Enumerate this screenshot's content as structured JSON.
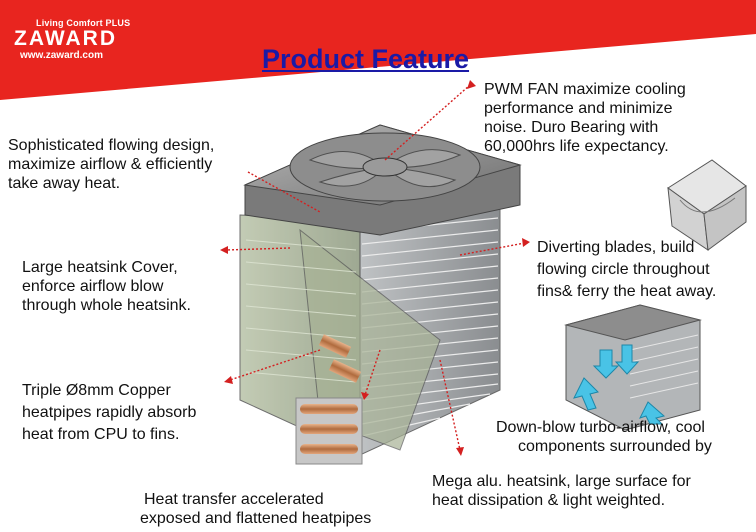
{
  "brand": {
    "tagline": "Living Comfort PLUS",
    "logo": "ZAWARD",
    "url": "www.zaward.com"
  },
  "title": "Product  Feature",
  "colors": {
    "banner_red": "#e8251f",
    "title_blue": "#1a1aa6",
    "arrow_red": "#d42020"
  },
  "callouts": {
    "fan": [
      "PWM FAN maximize cooling",
      "performance and minimize",
      "noise. Duro Bearing with",
      "60,000hrs life expectancy."
    ],
    "design": [
      "Sophisticated flowing design,",
      "maximize airflow & efficiently",
      "take away heat."
    ],
    "cover": [
      "Large heatsink Cover,",
      "enforce airflow blow",
      "through whole heatsink."
    ],
    "blades": [
      "Diverting blades, build",
      "flowing circle throughout",
      "fins& ferry the heat away."
    ],
    "heatpipes": [
      "Triple Ø8mm Copper",
      "heatpipes rapidly absorb",
      "heat from CPU to fins."
    ],
    "downblow": [
      "Down-blow turbo-airflow, cool",
      "components surrounded by"
    ],
    "mega": [
      "Mega alu. heatsink, large surface for",
      "heat dissipation & light weighted."
    ],
    "transfer": [
      "Heat transfer accelerated",
      "exposed and flattened heatpipes"
    ]
  }
}
